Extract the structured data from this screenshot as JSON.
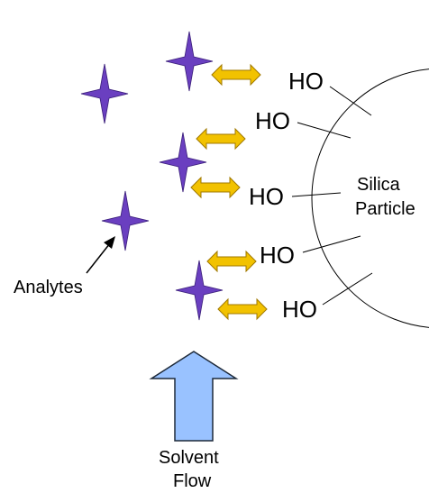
{
  "particle": {
    "label_line1": "Silica",
    "label_line2": "Particle"
  },
  "silanol_groups": [
    {
      "label": "HO"
    },
    {
      "label": "HO"
    },
    {
      "label": "HO"
    },
    {
      "label": "HO"
    },
    {
      "label": "HO"
    }
  ],
  "analytes": {
    "label": "Analytes"
  },
  "solvent_flow": {
    "label_line1": "Solvent",
    "label_line2": "Flow"
  },
  "colors": {
    "analyte_star": "#6a3fc0",
    "interaction_arrow": "#f2c200",
    "interaction_arrow_outline": "#a07800",
    "flow_arrow": "#99c2ff",
    "flow_arrow_outline": "#1e2a3a"
  },
  "icons": {
    "analyte": "four-point-star-icon",
    "interaction": "double-headed-arrow-icon",
    "flow": "up-arrow-icon"
  }
}
